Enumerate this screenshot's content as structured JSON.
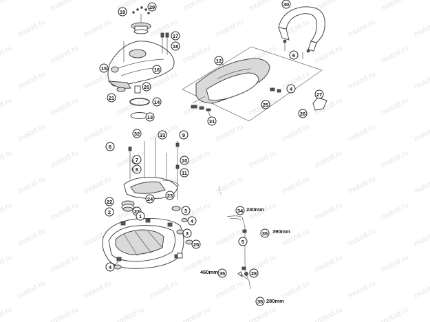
{
  "watermark": {
    "text": "motod.ru"
  },
  "callouts": [
    {
      "id": "c19",
      "label": "19"
    },
    {
      "id": "c29",
      "label": "29"
    },
    {
      "id": "c17",
      "label": "17"
    },
    {
      "id": "c18",
      "label": "18"
    },
    {
      "id": "c15",
      "label": "15"
    },
    {
      "id": "c16",
      "label": "16"
    },
    {
      "id": "c21",
      "label": "21"
    },
    {
      "id": "c20",
      "label": "20"
    },
    {
      "id": "c14",
      "label": "14"
    },
    {
      "id": "c13",
      "label": "13"
    },
    {
      "id": "c30",
      "label": "30"
    },
    {
      "id": "c6a",
      "label": "6"
    },
    {
      "id": "c12",
      "label": "12"
    },
    {
      "id": "c4a",
      "label": "4"
    },
    {
      "id": "c25a",
      "label": "25"
    },
    {
      "id": "c27",
      "label": "27"
    },
    {
      "id": "c26",
      "label": "26"
    },
    {
      "id": "c31",
      "label": "31"
    },
    {
      "id": "c32",
      "label": "32"
    },
    {
      "id": "c33",
      "label": "33"
    },
    {
      "id": "c9",
      "label": "9"
    },
    {
      "id": "c6b",
      "label": "6"
    },
    {
      "id": "c7",
      "label": "7"
    },
    {
      "id": "c8",
      "label": "8"
    },
    {
      "id": "c10",
      "label": "10"
    },
    {
      "id": "c11",
      "label": "11"
    },
    {
      "id": "c24",
      "label": "24"
    },
    {
      "id": "c23a",
      "label": "23"
    },
    {
      "id": "c22",
      "label": "22"
    },
    {
      "id": "c2",
      "label": "2"
    },
    {
      "id": "c23b",
      "label": "23"
    },
    {
      "id": "c1",
      "label": "1"
    },
    {
      "id": "c3a",
      "label": "3"
    },
    {
      "id": "c4b",
      "label": "4"
    },
    {
      "id": "c3b",
      "label": "3"
    },
    {
      "id": "c25b",
      "label": "25"
    },
    {
      "id": "c4c",
      "label": "4"
    },
    {
      "id": "c34",
      "label": "34"
    },
    {
      "id": "c35a",
      "label": "35"
    },
    {
      "id": "c5",
      "label": "5"
    },
    {
      "id": "c35b",
      "label": "35"
    },
    {
      "id": "c28",
      "label": "28"
    },
    {
      "id": "c35c",
      "label": "35"
    }
  ],
  "hose_lengths": {
    "len_240": "240mm",
    "len_390": "390mm",
    "len_460": "460mm",
    "len_280": "280mm"
  }
}
